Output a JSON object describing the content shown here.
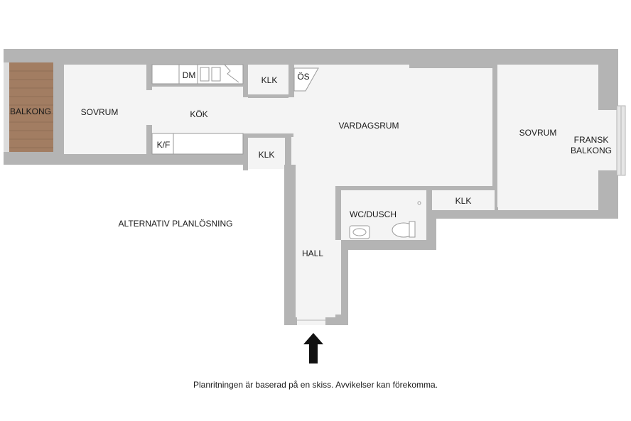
{
  "rooms": {
    "balkong": "BALKONG",
    "sovrum_left": "SOVRUM",
    "kok": "KÖK",
    "dm": "DM",
    "kf": "K/F",
    "klk_top": "KLK",
    "os": "ÖS",
    "klk_mid": "KLK",
    "vardagsrum": "VARDAGSRUM",
    "sovrum_right": "SOVRUM",
    "fransk_balkong_line1": "FRANSK",
    "fransk_balkong_line2": "BALKONG",
    "klk_right": "KLK",
    "wc_dusch": "WC/DUSCH",
    "hall": "HALL"
  },
  "alternative_label": "ALTERNATIV PLANLÖSNING",
  "footer_note": "Planritningen är baserad på en skiss. Avvikelser kan förekomma.",
  "colors": {
    "wall": "#b4b4b4",
    "floor": "#f4f4f4",
    "balcony_deck": "#a27d62",
    "entrance_arrow": "#111111"
  }
}
